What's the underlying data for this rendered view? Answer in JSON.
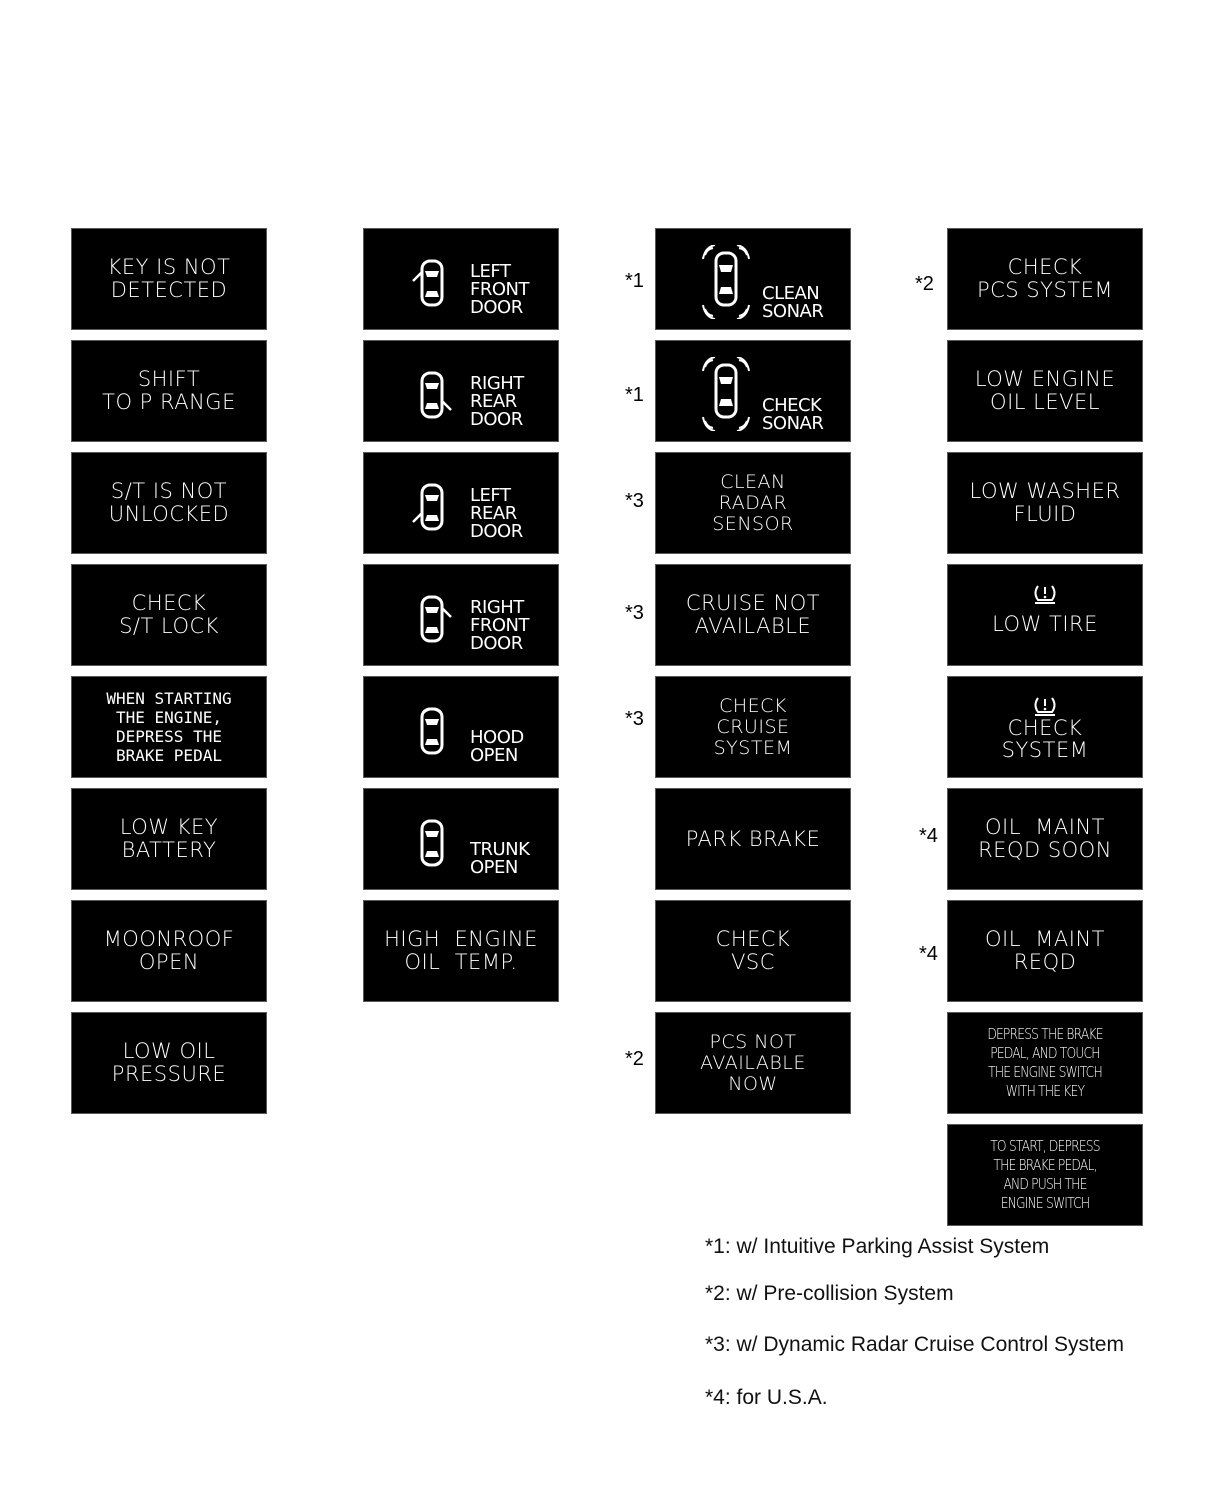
{
  "col1": [
    {
      "text": "KEY IS NOT\nDETECTED"
    },
    {
      "text": "SHIFT\nTO P RANGE"
    },
    {
      "text": "S/T IS NOT\nUNLOCKED"
    },
    {
      "text": "CHECK\nS/T LOCK"
    },
    {
      "text": "WHEN STARTING\nTHE ENGINE,\nDEPRESS THE\nBRAKE PEDAL"
    },
    {
      "text": "LOW KEY\nBATTERY"
    },
    {
      "text": "MOONROOF\nOPEN"
    },
    {
      "text": "LOW OIL\nPRESSURE"
    }
  ],
  "col2": [
    {
      "label": "LEFT\nFRONT\nDOOR",
      "icon": "car-left-front-door-open-icon"
    },
    {
      "label": "RIGHT\nREAR\nDOOR",
      "icon": "car-right-rear-door-open-icon"
    },
    {
      "label": "LEFT\nREAR\nDOOR",
      "icon": "car-left-rear-door-open-icon"
    },
    {
      "label": "RIGHT\nFRONT\nDOOR",
      "icon": "car-right-front-door-open-icon"
    },
    {
      "label": "HOOD\nOPEN",
      "icon": "car-hood-open-icon"
    },
    {
      "label": "TRUNK\nOPEN",
      "icon": "car-trunk-open-icon"
    },
    {
      "text": "HIGH  ENGINE\nOIL  TEMP."
    }
  ],
  "col3": [
    {
      "mark": "*1",
      "label": "CLEAN\nSONAR",
      "icon": "parking-sonar-icon"
    },
    {
      "mark": "*1",
      "label": "CHECK\nSONAR",
      "icon": "parking-sonar-icon"
    },
    {
      "mark": "*3",
      "text": "CLEAN\nRADAR\nSENSOR"
    },
    {
      "mark": "*3",
      "text": "CRUISE NOT\nAVAILABLE"
    },
    {
      "mark": "*3",
      "text": "CHECK\nCRUISE\nSYSTEM"
    },
    {
      "text": "PARK BRAKE"
    },
    {
      "text": "CHECK\nVSC"
    },
    {
      "mark": "*2",
      "text": "PCS NOT\nAVAILABLE\nNOW"
    }
  ],
  "col4": [
    {
      "mark": "*2",
      "text": "CHECK\nPCS SYSTEM"
    },
    {
      "text": "LOW ENGINE\nOIL LEVEL"
    },
    {
      "text": "LOW WASHER\nFLUID"
    },
    {
      "text": "LOW TIRE",
      "icon": "tire-pressure-icon"
    },
    {
      "text": "CHECK\nSYSTEM",
      "icon": "tire-pressure-icon"
    },
    {
      "mark": "*4",
      "text": "OIL  MAINT\nREQD SOON"
    },
    {
      "mark": "*4",
      "text": "OIL  MAINT\nREQD"
    },
    {
      "text": "DEPRESS THE BRAKE\nPEDAL, AND TOUCH\nTHE ENGINE SWITCH\nWITH THE KEY"
    },
    {
      "text": "TO START, DEPRESS\nTHE BRAKE PEDAL,\nAND PUSH THE\nENGINE SWITCH"
    }
  ],
  "notes": [
    "*1: w/ Intuitive Parking Assist System",
    "*2: w/ Pre-collision System",
    "*3: w/ Dynamic Radar Cruise Control System",
    "*4: for U.S.A."
  ]
}
